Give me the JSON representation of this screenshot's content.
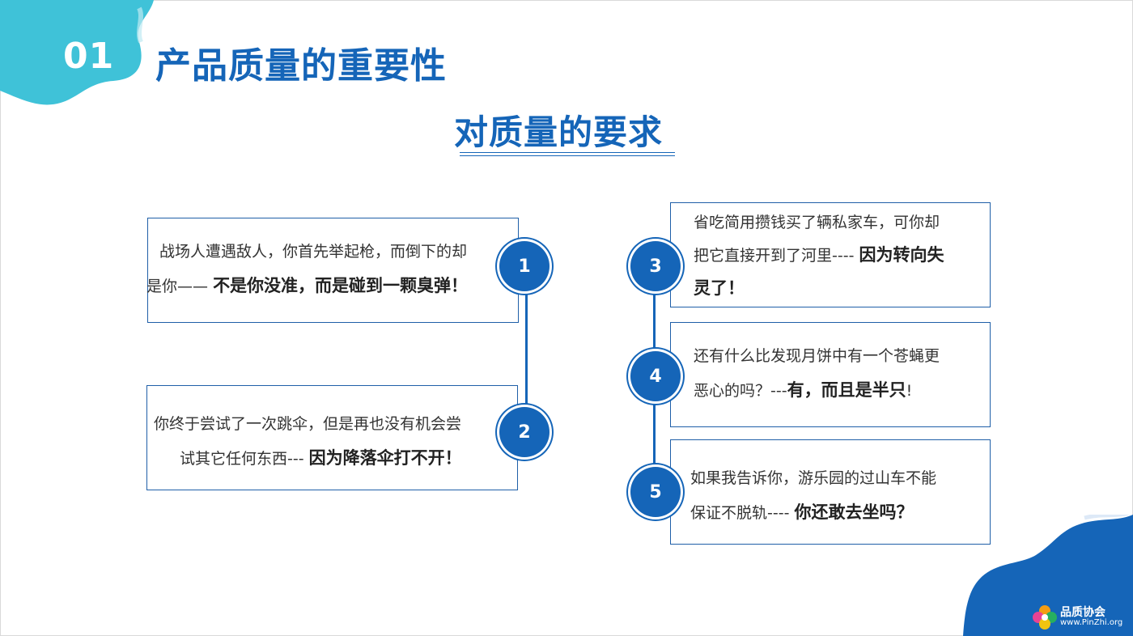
{
  "header": {
    "section_number": "01",
    "section_title": "产品质量的重要性",
    "subtitle": "对质量的要求"
  },
  "colors": {
    "primary": "#1565b8",
    "accent_cyan": "#3fc2d8",
    "border": "#1f5fa8"
  },
  "items": [
    {
      "number": "1",
      "text": "战场人遭遇敌人，你首先举起枪，而倒下的却",
      "text2": "是你——",
      "bold": "不是你没准，而是碰到一颗臭弹！"
    },
    {
      "number": "2",
      "text": "你终于尝试了一次跳伞，但是再也没有机会尝",
      "text2": "试其它任何东西---",
      "bold": "因为降落伞打不开！"
    },
    {
      "number": "3",
      "text": "省吃简用攒钱买了辆私家车，可你却",
      "text2": "把它直接开到了河里----",
      "bold": "因为转向失",
      "bold2": "灵了！"
    },
    {
      "number": "4",
      "text": "还有什么比发现月饼中有一个苍蝇更",
      "text2": "恶心的吗？---",
      "bold": "有，而且是半只",
      "tail": "!"
    },
    {
      "number": "5",
      "text": "如果我告诉你，游乐园的过山车不能",
      "text2": "保证不脱轨----",
      "bold": "你还敢去坐吗？"
    }
  ],
  "logo": {
    "name": "品质协会",
    "url": "www.PinZhi.org"
  }
}
